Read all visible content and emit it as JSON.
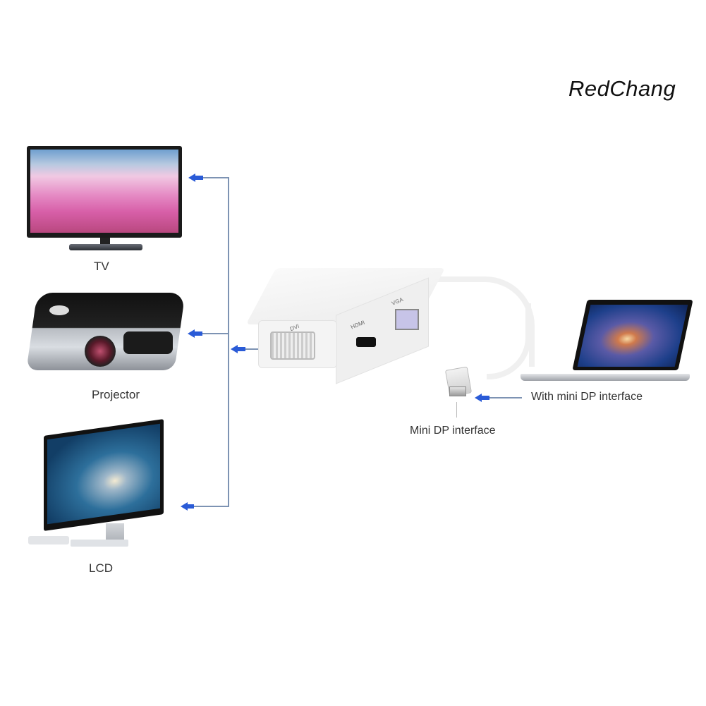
{
  "brand": {
    "watermark": "RedChang"
  },
  "devices": {
    "tv": {
      "label": "TV",
      "icon": "tv-icon"
    },
    "projector": {
      "label": "Projector",
      "icon": "projector-icon"
    },
    "lcd": {
      "label": "LCD",
      "icon": "monitor-icon"
    },
    "laptop": {
      "label": "With mini DP interface",
      "icon": "laptop-icon"
    }
  },
  "adapter": {
    "ports": [
      "DVI",
      "HDMI",
      "VGA"
    ],
    "connector_label": "Mini DP interface"
  },
  "colors": {
    "arrow": "#2a5bd7",
    "connector_line": "#7d93b3",
    "text": "#333333"
  }
}
